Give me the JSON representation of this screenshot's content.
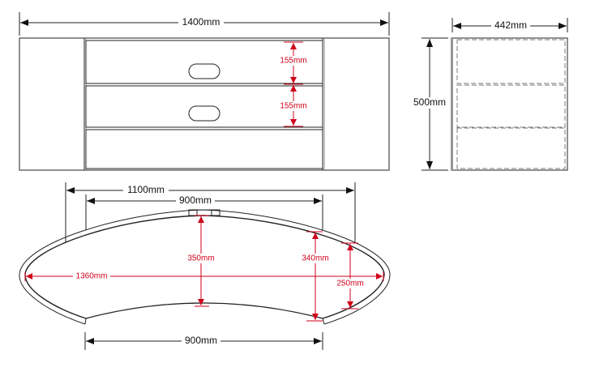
{
  "front_view": {
    "width": "1400mm",
    "drawer_heights": [
      "155mm",
      "155mm"
    ]
  },
  "side_view": {
    "depth": "442mm",
    "height": "500mm"
  },
  "plan_view": {
    "outer_width": "1100mm",
    "top_inner_width": "900mm",
    "center_depth": "350mm",
    "side_depth": "340mm",
    "end_depth": "250mm",
    "overall_length": "1360mm",
    "bottom_width": "900mm"
  },
  "colors": {
    "line": "#111111",
    "dimension_red": "#d0021b"
  }
}
